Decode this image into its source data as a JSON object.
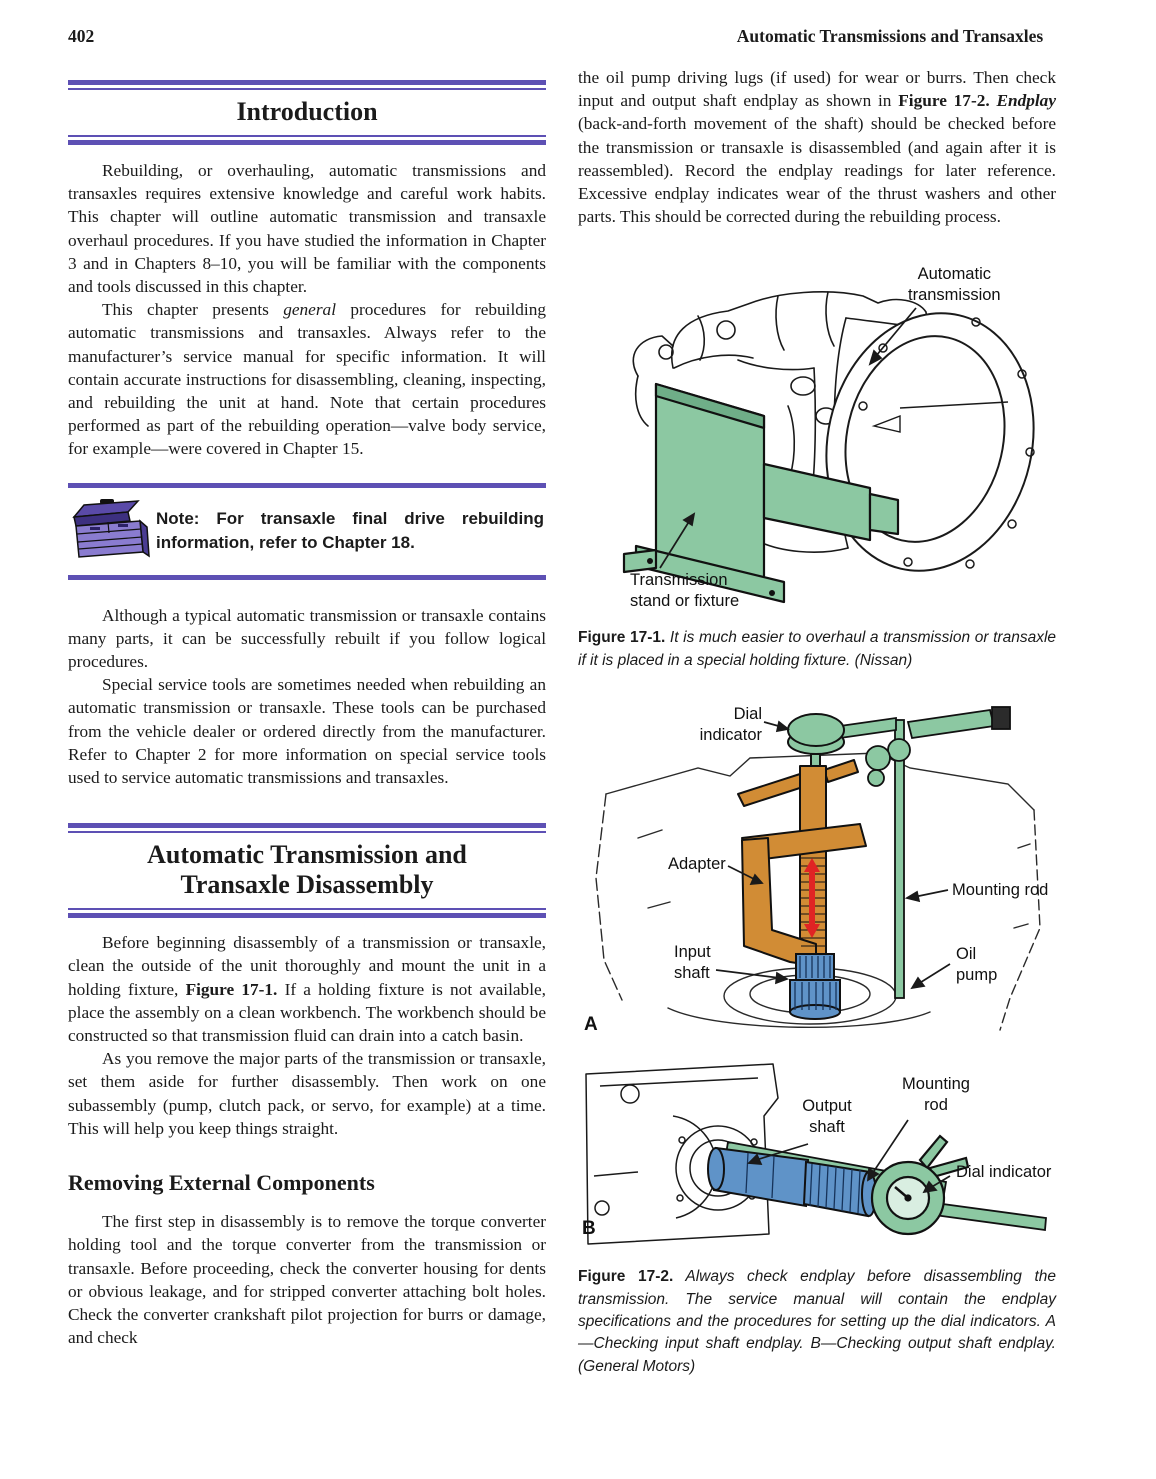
{
  "page": {
    "number": "402",
    "running_head": "Automatic Transmissions and Transaxles"
  },
  "colors": {
    "rule_purple": "#5d50b4",
    "stand_green": "#8cc8a2",
    "adapter_orange": "#d18c35",
    "shaft_blue": "#5f93c8",
    "arrow_red": "#e02424"
  },
  "left_column": {
    "section1_title": "Introduction",
    "para1": "Rebuilding, or overhauling, automatic transmissions and transaxles requires extensive knowledge and careful work habits. This chapter will outline automatic transmission and transaxle overhaul procedures. If you have studied the information in Chapter 3 and in Chapters 8–10, you will be familiar with the components and tools discussed in this chapter.",
    "para2_pre": "This chapter presents ",
    "para2_italic": "general",
    "para2_post": " procedures for rebuilding automatic transmissions and transaxles. Always refer to the manufacturer’s service manual for specific information. It will contain accurate instructions for disassembling, cleaning, inspecting, and rebuilding the unit at hand. Note that certain procedures performed as part of the rebuilding operation—valve body service, for example—were covered in Chapter 15.",
    "note_text": "Note: For transaxle final drive rebuilding information, refer to Chapter 18.",
    "para3": "Although a typical automatic transmission or transaxle contains many parts, it can be successfully rebuilt if you follow logical procedures.",
    "para4": "Special service tools are sometimes needed when rebuilding an automatic transmission or transaxle. These tools can be purchased from the vehicle dealer or ordered directly from the manufacturer. Refer to Chapter 2 for more information on special service tools used to service automatic transmissions and transaxles.",
    "section2_title": "Automatic Transmission and\nTransaxle Disassembly",
    "para5_pre": "Before beginning disassembly of a transmission or transaxle, clean the outside of the unit thoroughly and mount the unit in a holding fixture, ",
    "para5_bold": "Figure 17-1.",
    "para5_post": " If a holding fixture is not available, place the assembly on a clean workbench. The workbench should be constructed so that transmission fluid can drain into a catch basin.",
    "para6": "As you remove the major parts of the transmission or transaxle, set them aside for further disassembly. Then work on one subassembly (pump, clutch pack, or servo, for example) at a time. This will help you keep things straight.",
    "subheading": "Removing External Components",
    "para7": "The first step in disassembly is to remove the torque converter holding tool and the torque converter from the transmission or transaxle. Before proceeding, check the converter housing for dents or obvious leakage, and for stripped converter attaching bolt holes. Check the converter crankshaft pilot projection for burrs or damage, and check"
  },
  "right_column": {
    "para1_pre": "the oil pump driving lugs (if used) for wear or burrs. Then check input and output shaft endplay as shown in ",
    "para1_bold": "Figure 17-2.",
    "para1_bolditalic": " Endplay",
    "para1_post": " (back-and-forth movement of the shaft) should be checked before the transmission or transaxle is disassembled (and again after it is reassembled). Record the endplay readings for later reference. Excessive endplay indicates wear of the thrust washers and other parts. This should be corrected during the rebuilding process.",
    "figure1": {
      "label_transmission": "Automatic\ntransmission",
      "label_stand": "Transmission\nstand or fixture",
      "caption_bold": "Figure 17-1.",
      "caption_text": " It is much easier to overhaul a transmission or transaxle if it is placed in a special holding fixture. (Nissan)"
    },
    "figure2a": {
      "label_dial": "Dial\nindicator",
      "label_adapter": "Adapter",
      "label_input": "Input\nshaft",
      "label_rod": "Mounting rod",
      "label_oil": "Oil\npump",
      "tag": "A"
    },
    "figure2b": {
      "label_output": "Output\nshaft",
      "label_rod": "Mounting\nrod",
      "label_dial": "Dial indicator",
      "tag": "B"
    },
    "figure2_caption_bold": "Figure 17-2.",
    "figure2_caption_text": " Always check endplay before disassembling the transmission. The service manual will contain the endplay specifications and the procedures for setting up the dial indicators. A—Checking input shaft endplay. B—Checking output shaft endplay. (General Motors)"
  }
}
